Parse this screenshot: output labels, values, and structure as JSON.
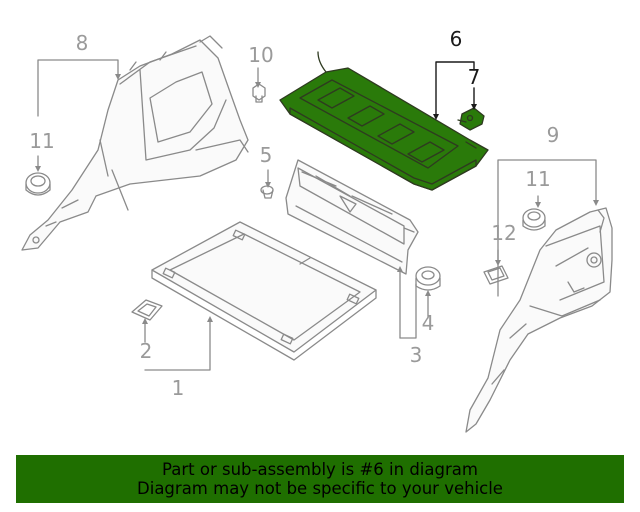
{
  "diagram": {
    "callouts": {
      "c1": "1",
      "c2": "2",
      "c3": "3",
      "c4": "4",
      "c5": "5",
      "c6": "6",
      "c7": "7",
      "c8": "8",
      "c9": "9",
      "c10": "10",
      "c11a": "11",
      "c11b": "11",
      "c12": "12"
    },
    "highlighted_part": "6",
    "highlight_color": "#2a7a0a"
  },
  "banner": {
    "line1": "Part or sub-assembly is #6 in diagram",
    "line2": "Diagram may not be specific to your vehicle",
    "background": "#1f6f00"
  }
}
